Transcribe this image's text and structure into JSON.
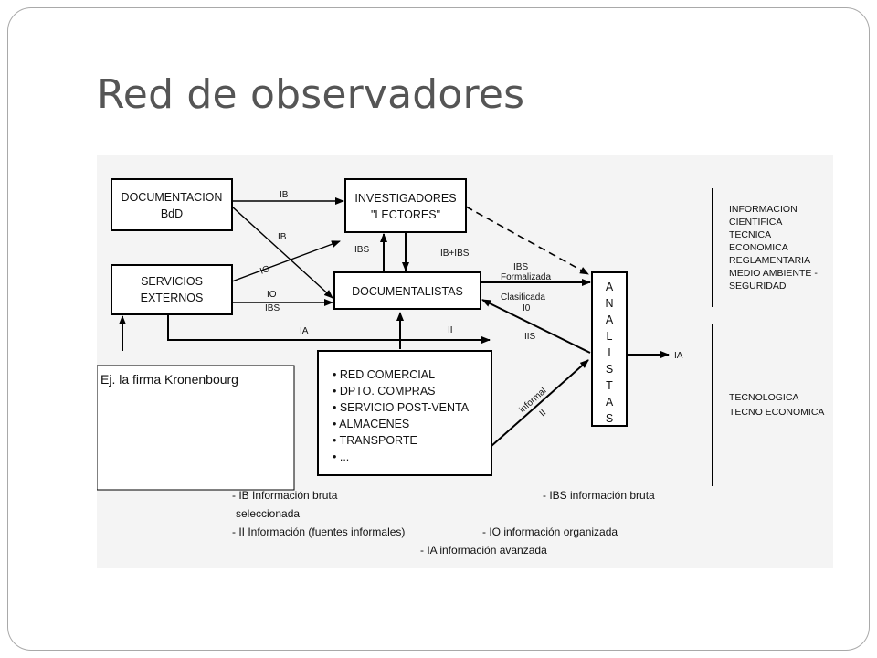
{
  "slide": {
    "title": "Red de observadores"
  },
  "diagram": {
    "nodes": {
      "documentacion": [
        "DOCUMENTACION",
        "BdD"
      ],
      "investigadores": [
        "INVESTIGADORES",
        "\"LECTORES\""
      ],
      "servicios": [
        "SERVICIOS",
        "EXTERNOS"
      ],
      "documentalistas": "DOCUMENTALISTAS",
      "analistas": [
        "A",
        "N",
        "A",
        "L",
        "I",
        "S",
        "T",
        "A",
        "S"
      ],
      "fuentes": [
        "• RED COMERCIAL",
        "• DPTO. COMPRAS",
        "• SERVICIO POST-VENTA",
        "• ALMACENES",
        "• TRANSPORTE",
        "• ..."
      ],
      "example_note": "Ej. la firma Kronenbourg"
    },
    "edge_labels": {
      "doc_inv": "IB",
      "doc_docu": "IB",
      "serv_inv": "IO",
      "serv_docu_io": "IO",
      "serv_docu_ibs": "IBS",
      "inv_docu": "IBS",
      "docu_inv": "IB+IBS",
      "docu_anal_1": "IBS",
      "docu_anal_2": "Formalizada",
      "anal_docu_1": "Clasificada",
      "anal_docu_2": "I0",
      "serv_ia": "IA",
      "fuentes_ii": "II",
      "iis": "IIS",
      "informal": "informal",
      "informal_ii": "II",
      "output": "IA"
    },
    "categories_top": [
      "INFORMACION",
      "CIENTIFICA",
      "TECNICA",
      "ECONOMICA",
      "REGLAMENTARIA",
      "MEDIO AMBIENTE -",
      "SEGURIDAD"
    ],
    "categories_bottom": [
      "TECNOLOGICA",
      "TECNO ECONOMICA"
    ],
    "legend": {
      "ib_1": "- IB Información bruta",
      "ib_2": "seleccionada",
      "ibs": "- IBS información bruta",
      "ii": "- II Información (fuentes informales)",
      "io": "- IO información organizada",
      "ia": "- IA información avanzada"
    }
  }
}
